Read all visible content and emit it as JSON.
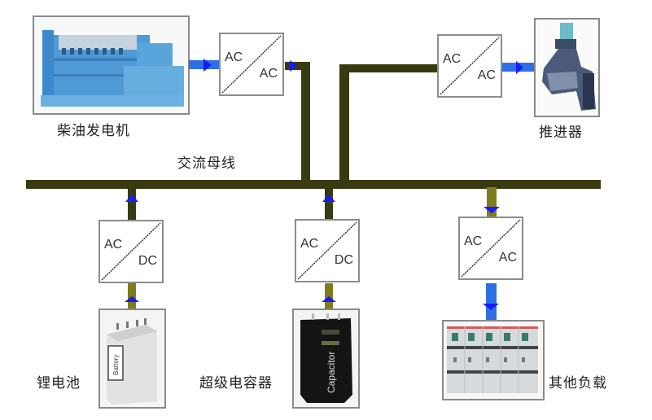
{
  "diagram": {
    "bus_label": "交流母线",
    "components": {
      "generator": {
        "label": "柴油发电机",
        "icon": "diesel-generator"
      },
      "thruster": {
        "label": "推进器",
        "icon": "thruster"
      },
      "battery": {
        "label": "锂电池",
        "icon": "lithium-battery",
        "device_text": "Battery"
      },
      "supercap": {
        "label": "超级电容器",
        "icon": "supercapacitor",
        "device_text": "Capacitor"
      },
      "load": {
        "label": "其他负载",
        "icon": "switchgear-cabinet"
      }
    },
    "converters": {
      "gen_conv": {
        "in": "AC",
        "out": "AC"
      },
      "thr_conv": {
        "in": "AC",
        "out": "AC"
      },
      "bat_conv": {
        "in": "AC",
        "out": "DC"
      },
      "cap_conv": {
        "in": "AC",
        "out": "DC"
      },
      "load_conv": {
        "in": "AC",
        "out": "AC"
      }
    },
    "colors": {
      "bus": "#3a3a12",
      "dc_link": "#7d7d1e",
      "power_flow": "#2f6fe6",
      "arrow": "#1a1aff"
    }
  }
}
